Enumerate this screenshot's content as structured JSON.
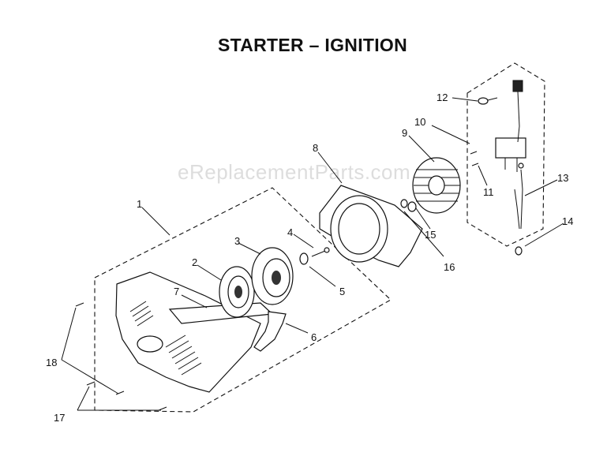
{
  "title": "STARTER – IGNITION",
  "watermark": "eReplacementParts.com",
  "callouts": [
    "1",
    "2",
    "3",
    "4",
    "5",
    "6",
    "7",
    "8",
    "9",
    "10",
    "11",
    "12",
    "13",
    "14",
    "15",
    "16",
    "17",
    "18"
  ]
}
